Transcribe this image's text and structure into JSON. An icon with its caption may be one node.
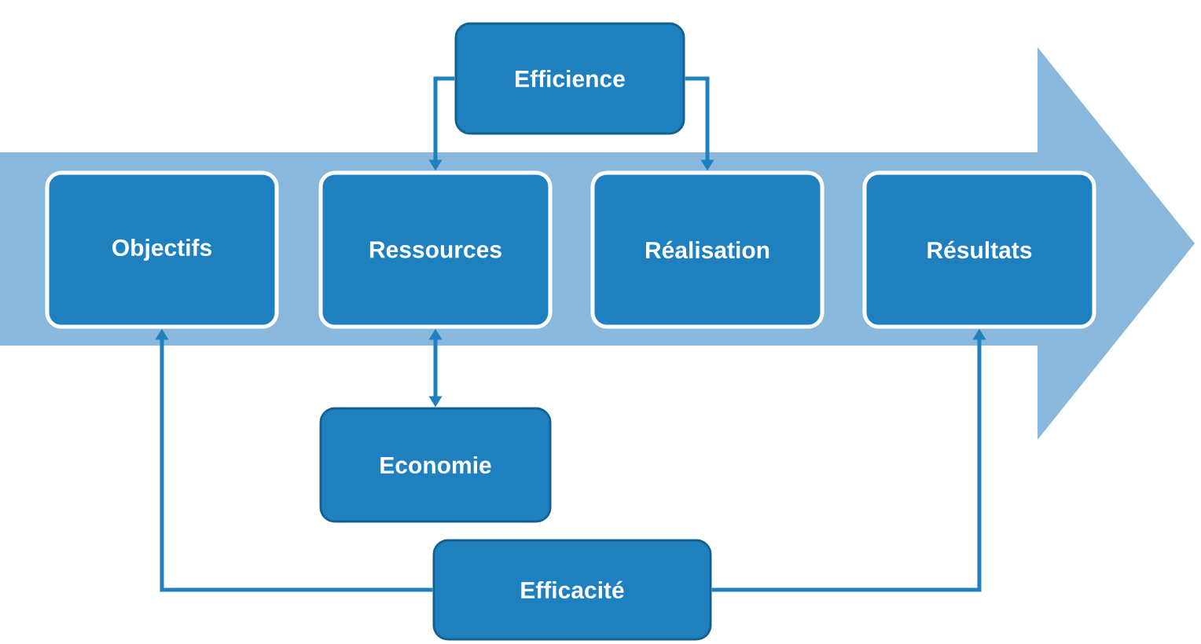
{
  "diagram": {
    "nodes": [
      {
        "text": [
          "Efficience"
        ]
      },
      {
        "text": [
          "Objectifs"
        ]
      },
      {
        "text": [
          "Ressources"
        ]
      },
      {
        "text": [
          "Réalisation"
        ]
      },
      {
        "text": [
          "Résultats"
        ]
      },
      {
        "text": [
          "Economie"
        ]
      },
      {
        "text": [
          "Efficacité"
        ]
      }
    ],
    "edges": [
      {
        "from": 0,
        "to": 2,
        "arrow": "to"
      },
      {
        "from": 0,
        "to": 3,
        "arrow": "to"
      },
      {
        "from": 2,
        "to": 5,
        "arrow": "both"
      },
      {
        "from": 6,
        "to": 1,
        "arrow": "to"
      },
      {
        "from": 6,
        "to": 4,
        "arrow": "to"
      }
    ]
  }
}
